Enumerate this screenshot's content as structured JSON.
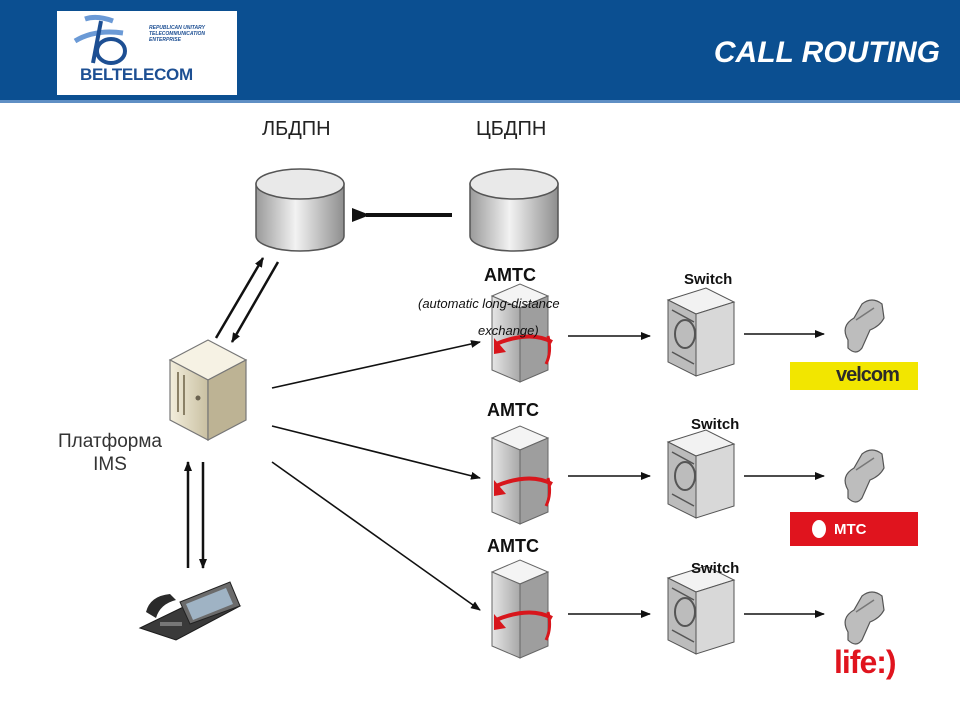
{
  "header": {
    "title": "CALL ROUTING",
    "logo_name": "BELTELECOM",
    "logo_subtitle": "REPUBLICAN UNITARY TELECOMMUNICATION ENTERPRISE"
  },
  "databases": [
    {
      "label": "ЛБДПН"
    },
    {
      "label": "ЦБДПН"
    }
  ],
  "platform": {
    "line1": "Платформа",
    "line2": "IMS"
  },
  "exchanges": [
    {
      "label": "AMTC",
      "note_line1": "(automatic long-distance",
      "note_line2": "exchange)"
    },
    {
      "label": "AMTC"
    },
    {
      "label": "AMTC"
    }
  ],
  "switches": [
    {
      "label": "Switch"
    },
    {
      "label": "Switch"
    },
    {
      "label": "Switch"
    }
  ],
  "operators": [
    {
      "name": "velcom",
      "color": "#f2e600"
    },
    {
      "name": "МТС",
      "color": "#e0141e"
    },
    {
      "name": "life:)",
      "color": "#e0141e"
    }
  ],
  "colors": {
    "header_bg": "#0b4f91",
    "accent_red": "#e0141e"
  }
}
